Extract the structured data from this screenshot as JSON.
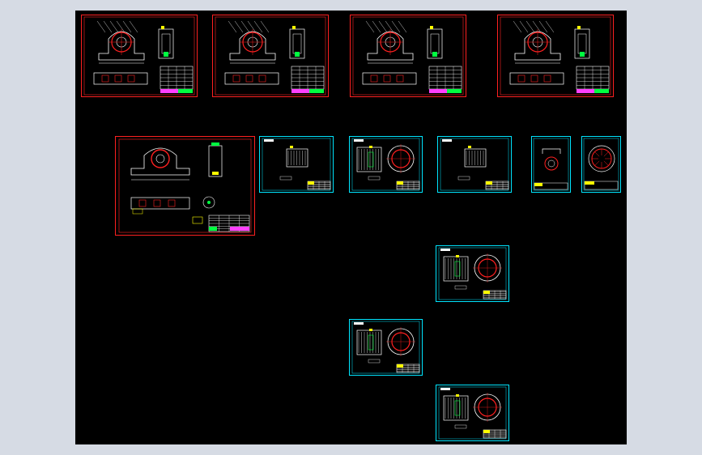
{
  "canvas": {
    "background": "#000000",
    "border_color": "#cfd5de"
  },
  "colors": {
    "red_frame": "#ff2020",
    "cyan_frame": "#00e5ff",
    "white_line": "#ffffff",
    "green_fill": "#00ff40",
    "magenta_fill": "#ff40ff",
    "yellow": "#ffff00"
  },
  "sheets": {
    "assembly": [
      {
        "id": "assembly-1"
      },
      {
        "id": "assembly-2"
      },
      {
        "id": "assembly-3"
      },
      {
        "id": "assembly-4"
      },
      {
        "id": "assembly-5"
      }
    ],
    "parts": [
      {
        "id": "part-sleeve-1"
      },
      {
        "id": "part-bearing-1"
      },
      {
        "id": "part-sleeve-2"
      },
      {
        "id": "part-ring-small"
      },
      {
        "id": "part-flange"
      },
      {
        "id": "part-bearing-2"
      },
      {
        "id": "part-bearing-3"
      },
      {
        "id": "part-bearing-4"
      }
    ]
  },
  "icons": [
    "drawing-sheet-icon",
    "title-block-icon"
  ]
}
